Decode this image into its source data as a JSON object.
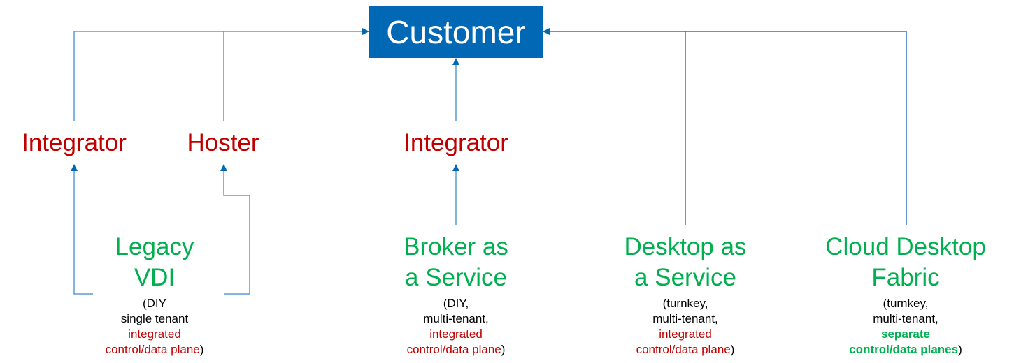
{
  "root": {
    "label": "Customer",
    "color": "#0068B5"
  },
  "intermediaries": [
    {
      "id": "integrator-left",
      "label": "Integrator"
    },
    {
      "id": "hoster",
      "label": "Hoster"
    },
    {
      "id": "integrator-middle",
      "label": "Integrator"
    }
  ],
  "models": [
    {
      "id": "legacy-vdi",
      "title_lines": [
        "Legacy",
        "VDI"
      ],
      "desc_lines": [
        {
          "text": "(DIY",
          "style": "plain"
        },
        {
          "text": "single tenant",
          "style": "plain"
        },
        {
          "text": "integrated",
          "style": "red"
        },
        {
          "text": "control/data plane",
          "style": "red",
          "suffix": ")"
        }
      ]
    },
    {
      "id": "broker-as-a-service",
      "title_lines": [
        "Broker as",
        "a Service"
      ],
      "desc_lines": [
        {
          "text": "(DIY,",
          "style": "plain"
        },
        {
          "text": "multi-tenant,",
          "style": "plain"
        },
        {
          "text": "integrated",
          "style": "red"
        },
        {
          "text": "control/data plane",
          "style": "red",
          "suffix": ")"
        }
      ]
    },
    {
      "id": "desktop-as-a-service",
      "title_lines": [
        "Desktop as",
        "a Service"
      ],
      "desc_lines": [
        {
          "text": "(turnkey,",
          "style": "plain"
        },
        {
          "text": "multi-tenant,",
          "style": "plain"
        },
        {
          "text": "integrated",
          "style": "red"
        },
        {
          "text": "control/data plane",
          "style": "red",
          "suffix": ")"
        }
      ]
    },
    {
      "id": "cloud-desktop-fabric",
      "title_lines": [
        "Cloud Desktop",
        "Fabric"
      ],
      "desc_lines": [
        {
          "text": "(turnkey,",
          "style": "plain"
        },
        {
          "text": "multi-tenant,",
          "style": "plain"
        },
        {
          "text": "separate",
          "style": "green-bold"
        },
        {
          "text": "control/data planes",
          "style": "green-bold",
          "suffix": ")"
        }
      ]
    }
  ],
  "colors": {
    "connector": "#2E75B6",
    "arrowhead": "#0068B5",
    "intermediary_text": "#C00000",
    "model_title": "#00B050"
  }
}
